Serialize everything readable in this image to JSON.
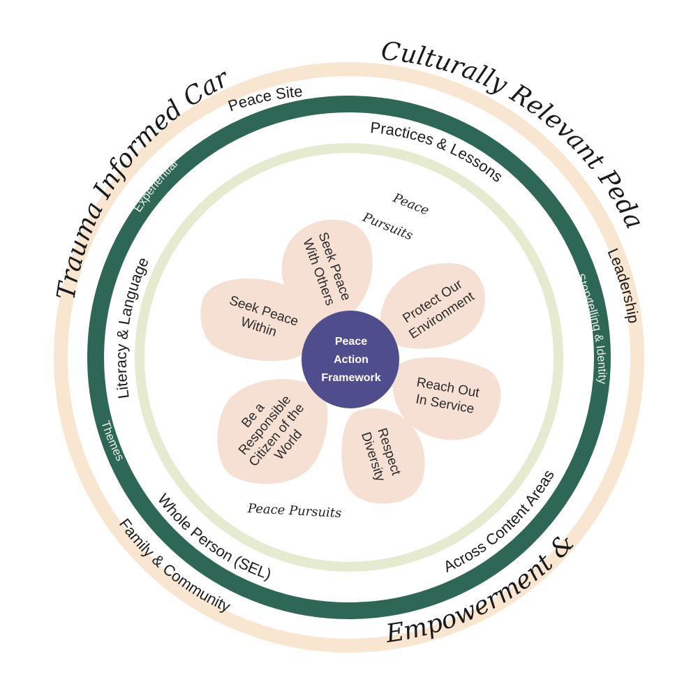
{
  "colors": {
    "outer_ring": "#f9e6d0",
    "theme_ring": "#2f6757",
    "theme_ring_text": "#e8efe9",
    "pursuit_ring": "#e4ebcf",
    "petal": "#f6dfd3",
    "center": "#4f4d8c",
    "center_text": "#ffffff"
  },
  "outer_ring": {
    "labels": {
      "top_left": "Trauma Informed Care",
      "top_right": "Culturally Relevant Pedagogy",
      "bottom_right": "Empowerment & Hope"
    }
  },
  "band": {
    "labels": {
      "peace_site": "Peace Site",
      "practices": "Practices & Lessons",
      "leadership": "Leadership",
      "literacy": "Literacy & Language",
      "content_areas": "Across Content Areas",
      "whole_person": "Whole Person (SEL)",
      "family": "Family & Community"
    }
  },
  "theme_ring": {
    "labels": {
      "experiential": "Experiential",
      "storytelling": "Storytelling & Identity",
      "themes": "Themes"
    }
  },
  "pursuits": {
    "top_label_line1": "Peace",
    "top_label_line2": "Pursuits",
    "bottom_label": "Peace Pursuits"
  },
  "center": {
    "line1": "Peace",
    "line2": "Action",
    "line3": "Framework"
  },
  "petals": {
    "seek_with_others": [
      "Seek Peace",
      "With Others"
    ],
    "protect_environment": [
      "Protect Our",
      "Environment"
    ],
    "reach_out": [
      "Reach Out",
      "In Service"
    ],
    "respect_diversity": [
      "Respect",
      "Diversity"
    ],
    "responsible_citizen": [
      "Be a",
      "Responsible",
      "Citizen of the",
      "World"
    ],
    "seek_within": [
      "Seek Peace",
      "Within"
    ]
  }
}
